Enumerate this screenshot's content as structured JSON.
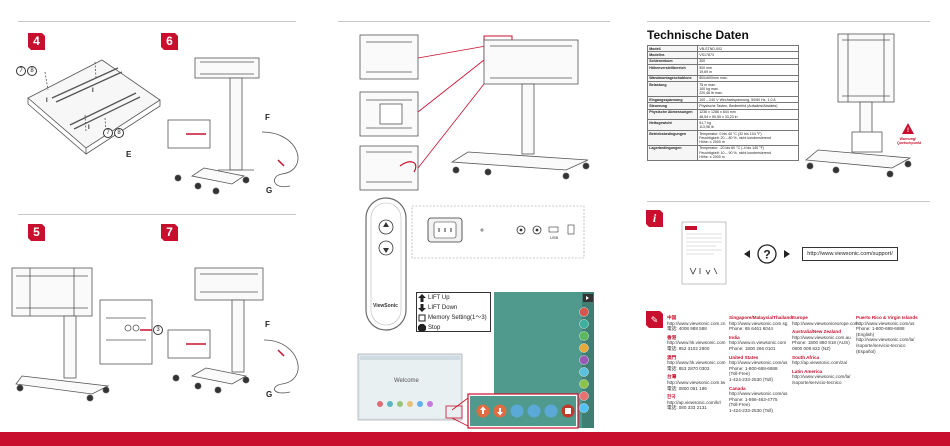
{
  "steps": {
    "s4": "4",
    "s5": "5",
    "s6": "6",
    "s7": "7"
  },
  "callouts": {
    "s4_c7": "7",
    "s4_c8": "8",
    "s4_i1": "I",
    "s4_i2": "I",
    "s4_i3": "I",
    "s4_c7b": "7",
    "s4_c8b": "8",
    "s4_e": "E",
    "s6_f": "F",
    "s6_g": "G",
    "s5_c3": "3",
    "s7_f": "F",
    "s7_g": "G"
  },
  "remote": {
    "brand": "ViewSonic",
    "usb_label": "USB",
    "legend": [
      {
        "label": "LIFT Up"
      },
      {
        "label": "LIFT Down"
      },
      {
        "label": "Memory Setting(1～3)"
      },
      {
        "label": "Stop"
      }
    ]
  },
  "screen": {
    "welcome": "Welcome"
  },
  "specs": {
    "title": "Technische Daten",
    "rows": [
      {
        "k": "Modell",
        "v": [
          "VB-STND-002"
        ]
      },
      {
        "k": "Modellnr.",
        "v": [
          "VS17873"
        ]
      },
      {
        "k": "Schienenkum",
        "v": [
          "300"
        ]
      },
      {
        "k": "Höhenverstellbereich",
        "v": [
          "500 mm",
          "19,69 in"
        ]
      },
      {
        "k": "Wandmontageschablone",
        "v": [
          "800x600mm max."
        ]
      },
      {
        "k": "Belastung",
        "v": [
          "75 m max.",
          "100 kg max.",
          "220,46 lb max."
        ]
      },
      {
        "k": "Eingangsspannung",
        "v": [
          "100 – 240 V Wechselspannung, 50/60 Hz, 1,0 A"
        ]
      },
      {
        "k": "Steuerung",
        "v": [
          "Physische Tasten, Bedienfeld (Aufwärts/Abwärts)"
        ]
      },
      {
        "k": "Physische Abmessungen",
        "v": [
          "1236 x 1286 x 844 mm",
          "48,54 x 50,55 x 33,23 in"
        ]
      },
      {
        "k": "Nettogewicht",
        "v": [
          "51,7 kg",
          "113,98 lb"
        ]
      },
      {
        "k": "Betriebsbedingungen",
        "v": [
          "Temperatur: 0 bis 40 °C (32 bis 104 °F)",
          "Feuchtigkeit: 20 – 80 %, nicht kondensierend",
          "Höhe: ≤ 2000 m"
        ]
      },
      {
        "k": "Lagerbedingungen",
        "v": [
          "Temperatur: -20 bis 60 °C (-4 bis 140 °F)",
          "Feuchtigkeit: 10 – 90 %, nicht kondensierend",
          "Höhe: ≤ 2000 m"
        ]
      }
    ]
  },
  "warning": {
    "line1": "Warnung!",
    "line2": "Quetschpunkt"
  },
  "support": {
    "url": "http://www.viewsonic.com/support/"
  },
  "contacts": {
    "col1": [
      {
        "region": "中国",
        "lines": [
          "http://www.viewsonic.com.cn",
          "電話: 4008 988 588"
        ]
      },
      {
        "region": "香港",
        "lines": [
          "http://www.hk.viewsonic.com",
          "電話: 852 3102 2900"
        ]
      },
      {
        "region": "澳門",
        "lines": [
          "http://www.hk.viewsonic.com",
          "電話: 853 2870 0303"
        ]
      },
      {
        "region": "台灣",
        "lines": [
          "http://www.viewsonic.com.tw",
          "電話: 0800 061 196"
        ]
      },
      {
        "region": "한국",
        "lines": [
          "http://ap.viewsonic.com/kr/",
          "電話: 080 333 2131"
        ]
      }
    ],
    "col2": [
      {
        "region": "Singapore/Malaysia/Thailand",
        "lines": [
          "http://www.viewsonic.com.sg",
          "Phone: 65 6461 6044"
        ]
      },
      {
        "region": "India",
        "lines": [
          "http://www.in.viewsonic.com",
          "Phone: 1800 266 0101"
        ]
      },
      {
        "region": "United States",
        "lines": [
          "http://www.viewsonic.com/us",
          "Phone: 1-800-688-6688",
          "(Toll-Free)",
          "1-424-233-2530 (Toll)"
        ]
      },
      {
        "region": "Canada",
        "lines": [
          "http://www.viewsonic.com/us",
          "Phone: 1-866-463-4775",
          "(Toll-Free)",
          "1-424-233-2530 (Toll)"
        ]
      }
    ],
    "col3": [
      {
        "region": "Europe",
        "lines": [
          "http://www.viewsoniceurope.com"
        ]
      },
      {
        "region": "Australia/New Zealand",
        "lines": [
          "http://www.viewsonic.com.au",
          "Phone: 1800 880 818 (AUS)",
          "0800 008 822 (NZ)"
        ]
      },
      {
        "region": "South Africa",
        "lines": [
          "http://ap.viewsonic.com/za/"
        ]
      },
      {
        "region": "Latin America",
        "lines": [
          "http://www.viewsonic.com/la/",
          "/soporte/servicio-tecnico"
        ]
      }
    ],
    "col4": [
      {
        "region": "Puerto Rico & Virgin Islands",
        "lines": [
          "http://www.viewsonic.com/us",
          "Phone: 1-800-688-6688",
          "(English)",
          "http://www.viewsonic.com/la/",
          "/soporte/servicio-tecnico",
          "(Español)"
        ]
      }
    ]
  },
  "colors": {
    "brand_red": "#c8102e",
    "remote_grey": "#6b6b6b",
    "screen_green": "#4f9a8c"
  }
}
